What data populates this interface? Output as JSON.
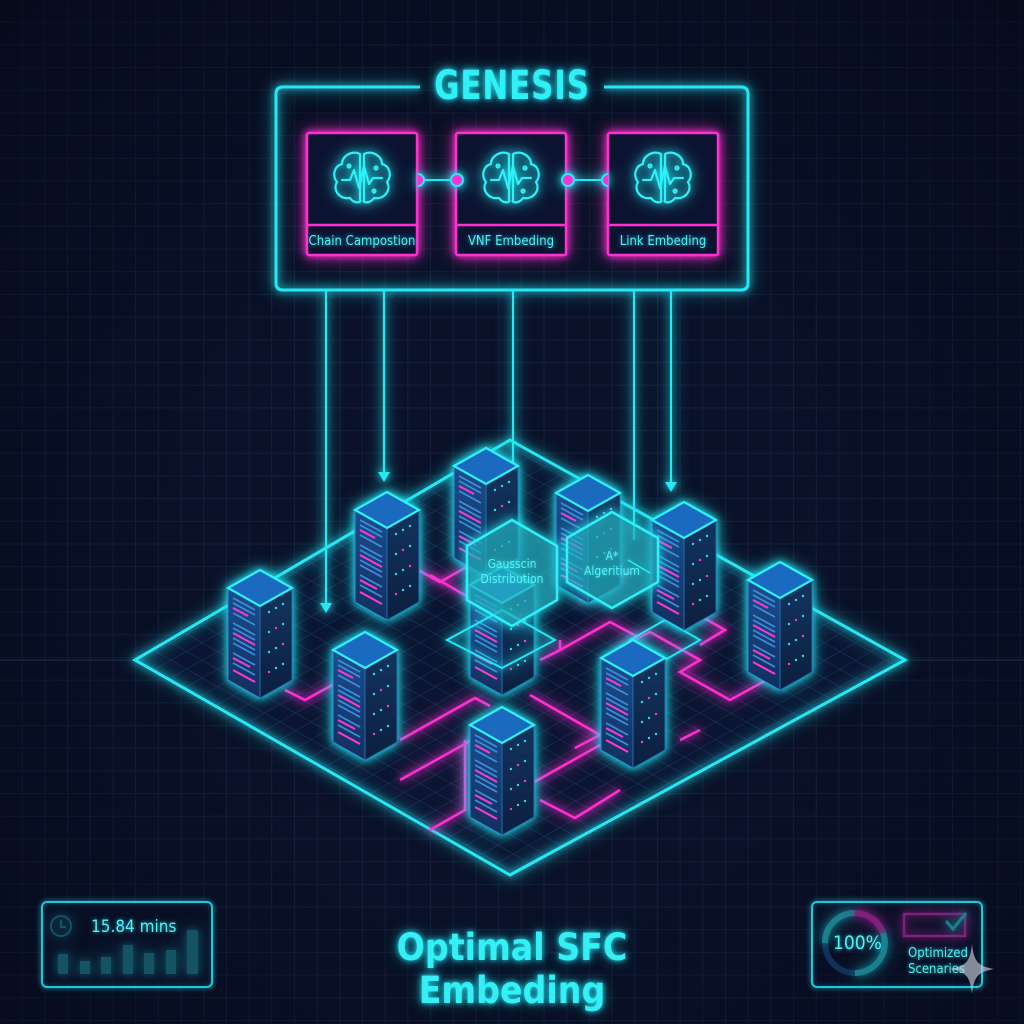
{
  "header": {
    "title": "GENESIS",
    "modules": [
      {
        "label": "Chain Campostion",
        "icon": "brain-circuit-icon"
      },
      {
        "label": "VNF Embeding",
        "icon": "brain-circuit-icon"
      },
      {
        "label": "Link Embeding",
        "icon": "brain-circuit-icon"
      }
    ]
  },
  "scene": {
    "overlays": [
      {
        "line1": "Gaussсin",
        "line2": "Distribution"
      },
      {
        "line1": "A*",
        "line2": "Algeritium"
      }
    ],
    "server_count": 10
  },
  "stats": {
    "time": {
      "value": "15.84 mins",
      "icon": "clock-icon",
      "bars": [
        46,
        26,
        34,
        62,
        44,
        54,
        100
      ]
    },
    "optimized": {
      "percent": "100%",
      "label_line1": "Optimized",
      "label_line2": "Scenaries",
      "icon": "checkbox-check-icon"
    }
  },
  "footer": {
    "title": "Optimal SFC Embeding"
  },
  "colors": {
    "background": "#0a1128",
    "cyan": "#22e6f2",
    "magenta": "#ff2fd0",
    "server_blue": "#1e5fa8"
  }
}
